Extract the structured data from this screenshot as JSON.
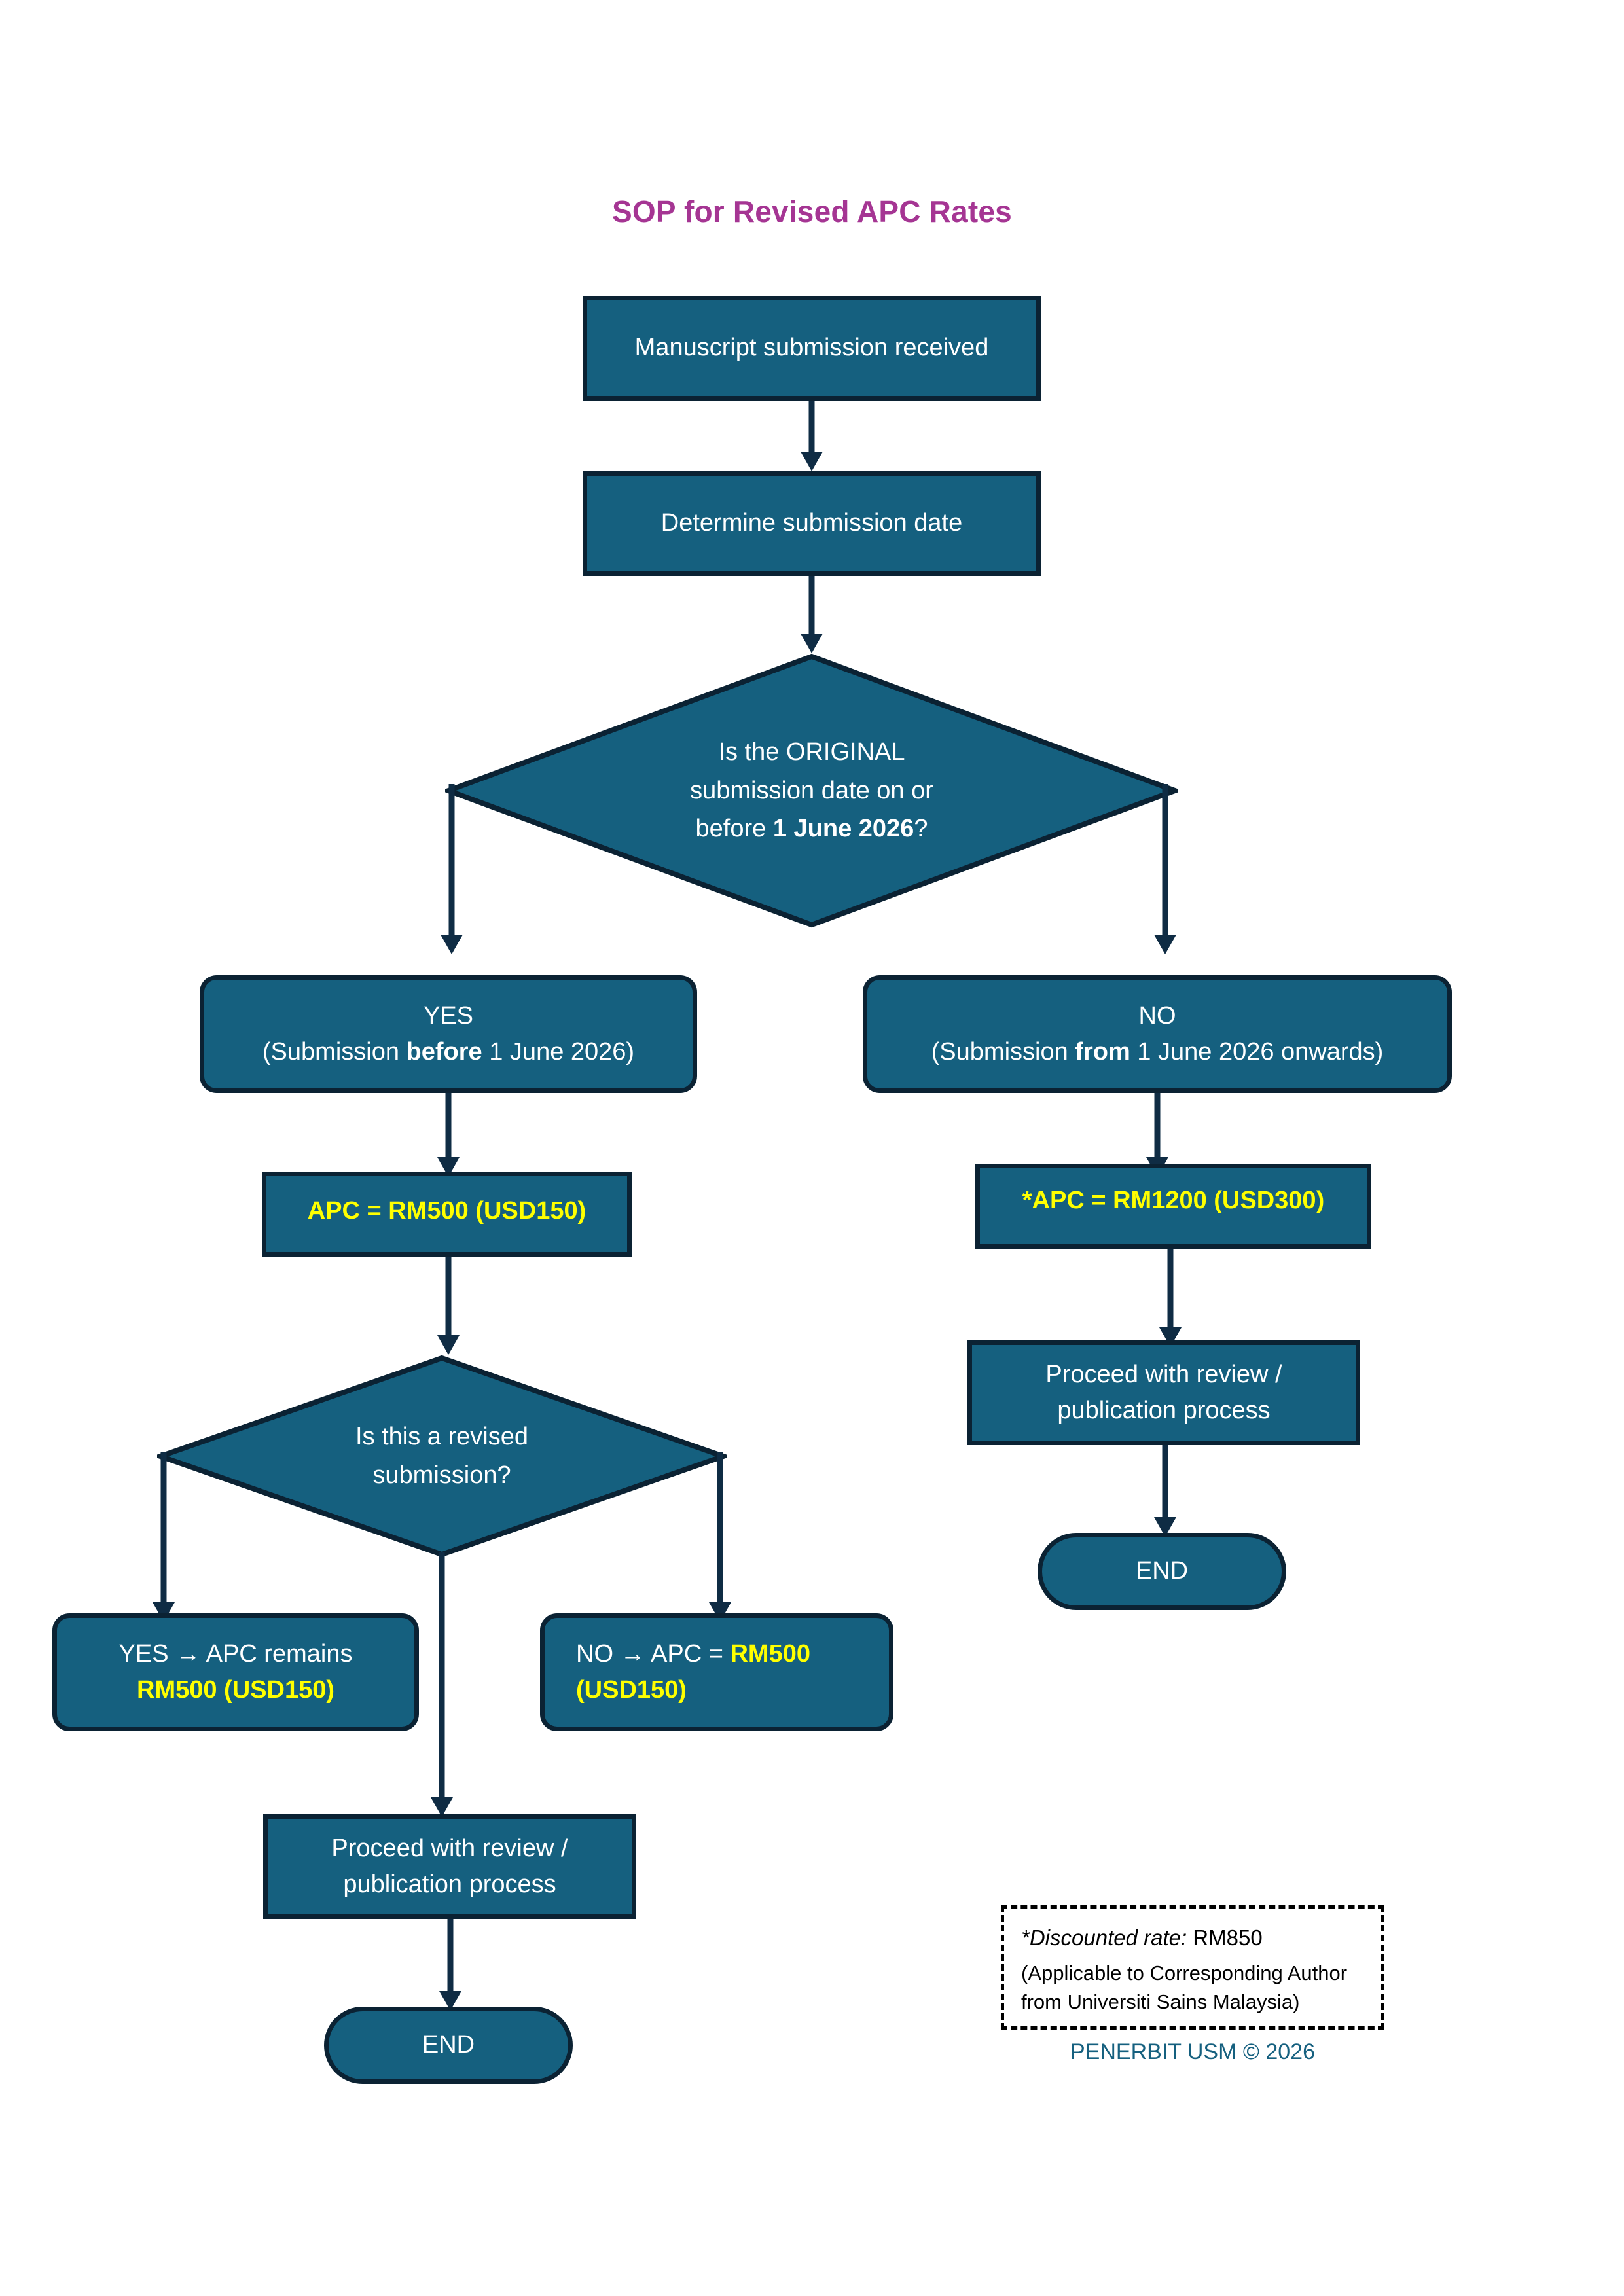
{
  "title": "SOP for Revised APC Rates",
  "colors": {
    "title_purple": "#a53593",
    "node_fill": "#15607f",
    "node_border": "#0b2233",
    "connector": "#0f2c44",
    "highlight_yellow": "#ffff00",
    "footer_teal": "#15607f",
    "page_background": "#ffffff"
  },
  "nodes": {
    "start": {
      "label": "Manuscript submission received"
    },
    "determine": {
      "label": "Determine submission date"
    },
    "decision_original": {
      "line1": "Is the ORIGINAL",
      "line2": "submission date on or",
      "line3_pre": "before ",
      "line3_bold": "1 June 2026",
      "line3_post": "?"
    },
    "branch_yes": {
      "line1": "YES",
      "line2_pre": "(Submission ",
      "line2_bold": "before",
      "line2_post": " 1 June 2026)"
    },
    "branch_no": {
      "line1": "NO",
      "line2_pre": "(Submission ",
      "line2_bold": "from",
      "line2_post": " 1 June 2026 onwards)"
    },
    "apc_yes": {
      "label": "APC = RM500 (USD150)"
    },
    "apc_no": {
      "label": "*APC = RM1200 (USD300)"
    },
    "decision_revised": {
      "line1": "Is this a revised",
      "line2": "submission?"
    },
    "revised_yes": {
      "white_text": "YES → APC remains ",
      "yellow_text": "RM500 (USD150)"
    },
    "revised_no": {
      "white_text": "NO → APC = ",
      "yellow_text_1": "RM500",
      "yellow_text_2": "(USD150)"
    },
    "proceed_left": {
      "line1": "Proceed with review /",
      "line2": "publication process"
    },
    "proceed_right": {
      "line1": "Proceed with review /",
      "line2": "publication process"
    },
    "end_left": {
      "label": "END"
    },
    "end_right": {
      "label": "END"
    }
  },
  "footnote": {
    "line1_italic": "*Discounted rate:",
    "line1_plain": " RM850",
    "line2": "(Applicable to Corresponding Author",
    "line3": "from Universiti Sains Malaysia)"
  },
  "copyright": "PENERBIT USM © 2026"
}
